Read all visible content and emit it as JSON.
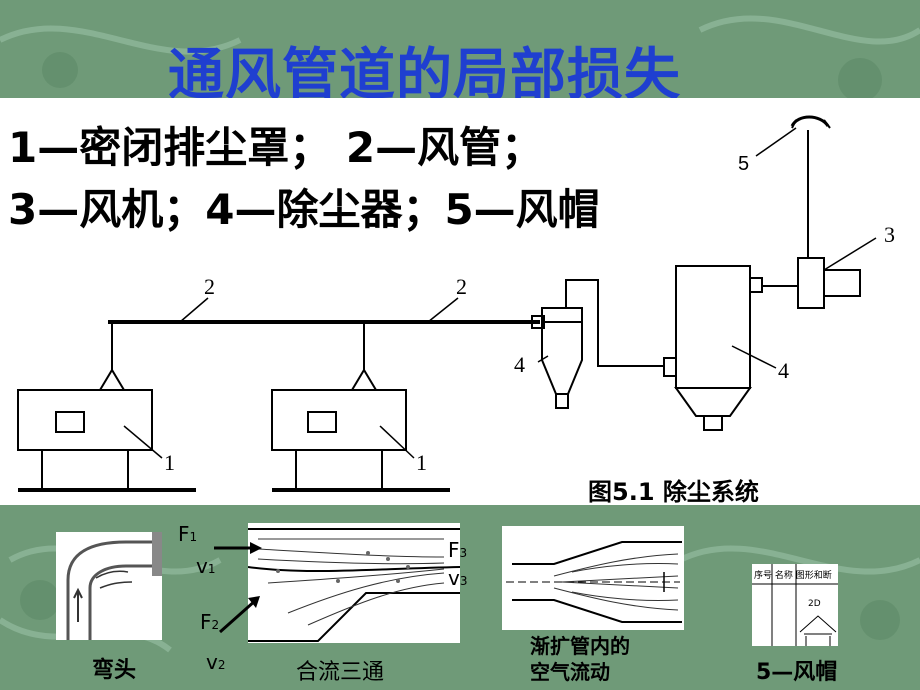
{
  "slide": {
    "title": "通风管道的局部损失",
    "legend_line1": "1—密闭排尘罩；    2—风管；",
    "legend_line2": "3—风机；4—除尘器；5—风帽"
  },
  "diagram": {
    "caption": "图5.1    除尘系统",
    "labels": {
      "hood1": "1",
      "hood2": "1",
      "duct1": "2",
      "duct2": "2",
      "fan": "3",
      "collector_small": "4",
      "collector_large": "4",
      "cap": "5"
    }
  },
  "thumbnails": {
    "elbow_caption": "弯头",
    "tee_caption": "合流三通",
    "diffuser_caption_line1": "渐扩管内的",
    "diffuser_caption_line2": "空气流动",
    "hood_caption": "5—风帽",
    "table_header": "序号  名称    图形和断",
    "table_dim": "2D"
  },
  "tee_labels": {
    "f1": "F",
    "f1_sub": "1",
    "v1": "v",
    "v1_sub": "1",
    "f2": "F",
    "f2_sub": "2",
    "v2": "v",
    "v2_sub": "2",
    "f3": "F",
    "f3_sub": "3",
    "v3": "v",
    "v3_sub": "3"
  },
  "colors": {
    "title": "#1f3fd0",
    "background": "#6f9a78"
  }
}
